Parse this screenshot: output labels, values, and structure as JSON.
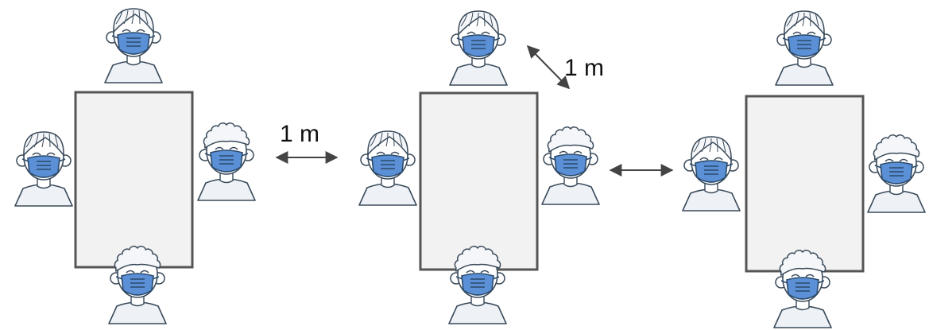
{
  "labels": {
    "distance_between_tables": "1 m",
    "distance_between_people": "1 m"
  },
  "colors": {
    "table_fill": "#f2f2f2",
    "table_stroke": "#555555",
    "mask": "#5b8fd6",
    "mask_stroke": "#2a4a6a",
    "skin": "#ffffff",
    "hair_stroke": "#3a4a5a",
    "body_fill": "#eef2f7",
    "arrow": "#444444"
  },
  "icons": {
    "person": "person-with-mask-icon",
    "table": "table-shape",
    "arrow": "double-headed-arrow-icon"
  },
  "diagram": {
    "table_count": 3,
    "people_per_table": 4
  }
}
